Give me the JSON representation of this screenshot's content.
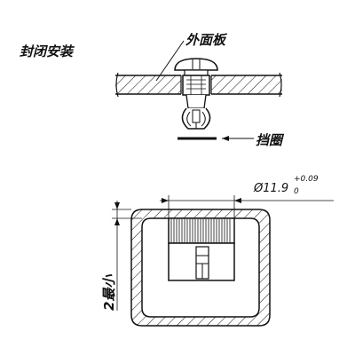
{
  "labels": {
    "title": "封闭安装",
    "panel": "外面板",
    "retainer": "挡圈",
    "diameter": "Ø11.9",
    "tol_upper": "+0.09",
    "tol_lower": "0",
    "min_thickness": "2最小"
  },
  "colors": {
    "line": "#111111",
    "background": "#ffffff"
  }
}
